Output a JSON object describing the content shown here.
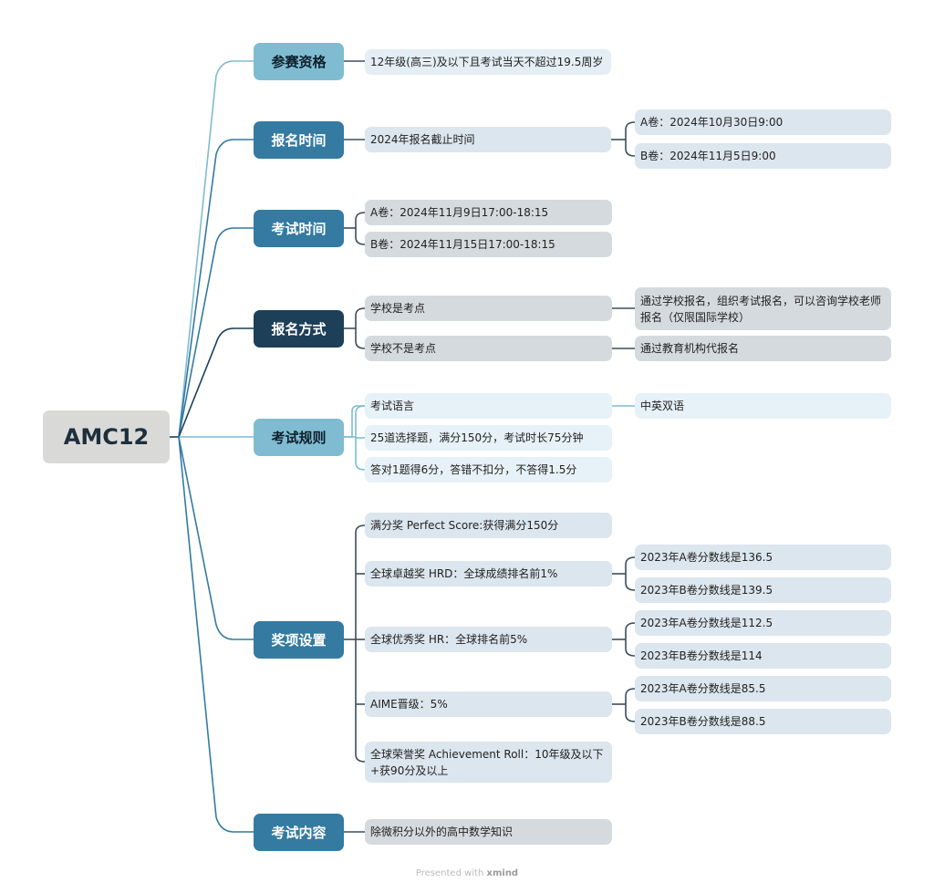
{
  "root": {
    "label": "AMC12"
  },
  "branches": [
    {
      "id": "eligibility",
      "label": "参赛资格",
      "children": [
        {
          "label": "12年级(高三)及以下且考试当天不超过19.5周岁"
        }
      ]
    },
    {
      "id": "registration-time",
      "label": "报名时间",
      "children": [
        {
          "label": "2024年报名截止时间",
          "children": [
            {
              "label": "A卷：2024年10月30日9:00"
            },
            {
              "label": "B卷：2024年11月5日9:00"
            }
          ]
        }
      ]
    },
    {
      "id": "exam-time",
      "label": "考试时间",
      "children": [
        {
          "label": "A卷：2024年11月9日17:00-18:15"
        },
        {
          "label": "B卷：2024年11月15日17:00-18:15"
        }
      ]
    },
    {
      "id": "registration-method",
      "label": "报名方式",
      "children": [
        {
          "label": "学校是考点",
          "children": [
            {
              "label": "通过学校报名，组织考试报名，可以咨询学校老师报名（仅限国际学校）"
            }
          ]
        },
        {
          "label": "学校不是考点",
          "children": [
            {
              "label": "通过教育机构代报名"
            }
          ]
        }
      ]
    },
    {
      "id": "exam-rules",
      "label": "考试规则",
      "children": [
        {
          "label": "考试语言",
          "children": [
            {
              "label": "中英双语"
            }
          ]
        },
        {
          "label": "25道选择题，满分150分，考试时长75分钟"
        },
        {
          "label": "答对1题得6分，答错不扣分，不答得1.5分"
        }
      ]
    },
    {
      "id": "awards",
      "label": "奖项设置",
      "children": [
        {
          "label": "满分奖 Perfect Score:获得满分150分"
        },
        {
          "label": "全球卓越奖 HRD：全球成绩排名前1%",
          "children": [
            {
              "label": "2023年A卷分数线是136.5"
            },
            {
              "label": "2023年B卷分数线是139.5"
            }
          ]
        },
        {
          "label": "全球优秀奖 HR：全球排名前5%",
          "children": [
            {
              "label": "2023年A卷分数线是112.5"
            },
            {
              "label": "2023年B卷分数线是114"
            }
          ]
        },
        {
          "label": "AIME晋级：5%",
          "children": [
            {
              "label": "2023年A卷分数线是85.5"
            },
            {
              "label": "2023年B卷分数线是88.5"
            }
          ]
        },
        {
          "label": "全球荣誉奖 Achievement Roll：10年级及以下+获90分及以上"
        }
      ]
    },
    {
      "id": "exam-content",
      "label": "考试内容",
      "children": [
        {
          "label": "除微积分以外的高中数学知识"
        }
      ]
    }
  ],
  "colors": {
    "light_branch": "#7fbcd2",
    "mid_branch": "#347aa1",
    "dark_branch": "#1d3f58",
    "root_bg": "#d9dad8"
  },
  "footer": {
    "prefix": "Presented with",
    "brand": "xmind"
  }
}
